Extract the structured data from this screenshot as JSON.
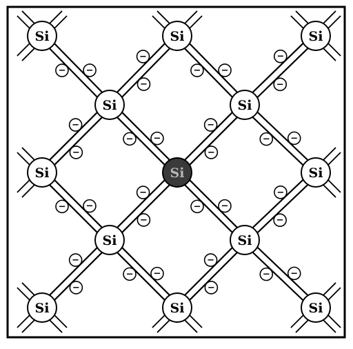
{
  "colors": {
    "atom_fill": "#ffffff",
    "impurity_fill": "#3a3a3a",
    "impurity_label": "#b5b5b5",
    "line": "#000000"
  },
  "electron_symbol": "−",
  "atoms": [
    {
      "label": "Si",
      "row": 0,
      "col": 0
    },
    {
      "label": "Si",
      "row": 0,
      "col": 2
    },
    {
      "label": "Si",
      "row": 0,
      "col": 4
    },
    {
      "label": "Si",
      "row": 1,
      "col": 1
    },
    {
      "label": "Si",
      "row": 1,
      "col": 3
    },
    {
      "label": "Si",
      "row": 2,
      "col": 0
    },
    {
      "label": "Si",
      "row": 2,
      "col": 2,
      "highlighted": true
    },
    {
      "label": "Si",
      "row": 2,
      "col": 4
    },
    {
      "label": "Si",
      "row": 3,
      "col": 1
    },
    {
      "label": "Si",
      "row": 3,
      "col": 3
    },
    {
      "label": "Si",
      "row": 4,
      "col": 0
    },
    {
      "label": "Si",
      "row": 4,
      "col": 2
    },
    {
      "label": "Si",
      "row": 4,
      "col": 4
    }
  ]
}
